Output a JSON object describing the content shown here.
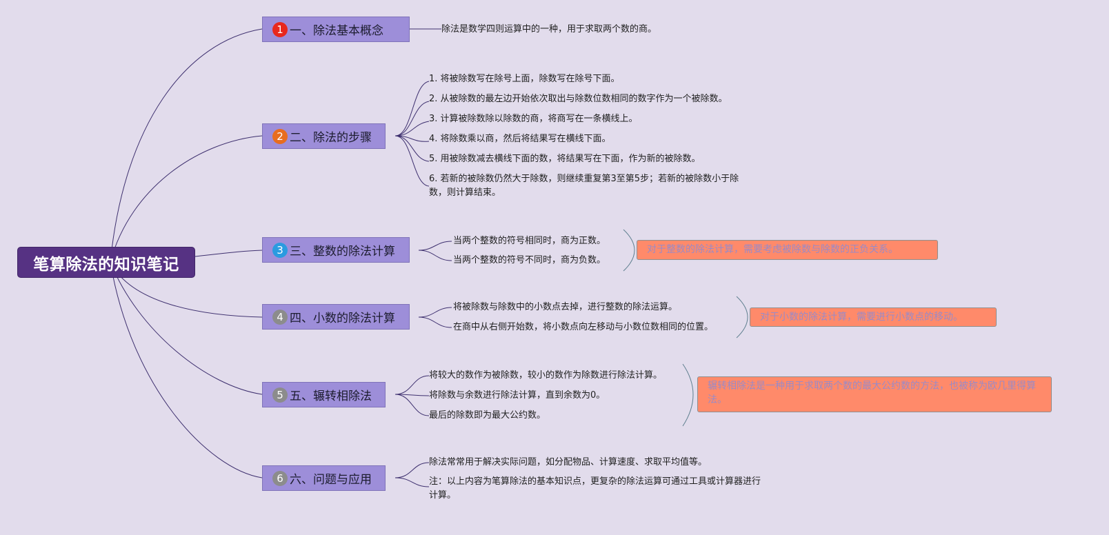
{
  "root": {
    "title": "笔算除法的知识笔记"
  },
  "colors": {
    "background": "#e2dcec",
    "root_fill": "#563283",
    "topic_fill": "#9d8ed9",
    "note_fill": "#ff8a6a",
    "note_text": "#9a8ac6",
    "connector": "#3d2f6e",
    "bracket": "#5f7f8f"
  },
  "topics": [
    {
      "badge": "1",
      "badge_color": "#e8281d",
      "label": "一、除法基本概念",
      "items": [
        "除法是数学四则运算中的一种，用于求取两个数的商。"
      ]
    },
    {
      "badge": "2",
      "badge_color": "#e86d1f",
      "label": "二、除法的步骤",
      "items": [
        "1. 将被除数写在除号上面，除数写在除号下面。",
        "2. 从被除数的最左边开始依次取出与除数位数相同的数字作为一个被除数。",
        "3. 计算被除数除以除数的商，将商写在一条横线上。",
        "4. 将除数乘以商，然后将结果写在横线下面。",
        "5. 用被除数减去横线下面的数，将结果写在下面，作为新的被除数。",
        "6. 若新的被除数仍然大于除数，则继续重复第3至第5步；若新的被除数小于除数，则计算结束。"
      ]
    },
    {
      "badge": "3",
      "badge_color": "#2a9be0",
      "label": "三、整数的除法计算",
      "items": [
        "当两个整数的符号相同时，商为正数。",
        "当两个整数的符号不同时，商为负数。"
      ],
      "note": "对于整数的除法计算，需要考虑被除数与除数的正负关系。"
    },
    {
      "badge": "4",
      "badge_color": "#8c8c8c",
      "label": "四、小数的除法计算",
      "items": [
        "将被除数与除数中的小数点去掉，进行整数的除法运算。",
        "在商中从右侧开始数，将小数点向左移动与小数位数相同的位置。"
      ],
      "note": "对于小数的除法计算，需要进行小数点的移动。"
    },
    {
      "badge": "5",
      "badge_color": "#8c8c8c",
      "label": "五、辗转相除法",
      "items": [
        "将较大的数作为被除数，较小的数作为除数进行除法计算。",
        "将除数与余数进行除法计算，直到余数为0。",
        "最后的除数即为最大公约数。"
      ],
      "note": "辗转相除法是一种用于求取两个数的最大公约数的方法，也被称为欧几里得算法。"
    },
    {
      "badge": "6",
      "badge_color": "#8c8c8c",
      "label": "六、问题与应用",
      "items": [
        "除法常常用于解决实际问题，如分配物品、计算速度、求取平均值等。",
        "注：以上内容为笔算除法的基本知识点，更复杂的除法运算可通过工具或计算器进行计算。"
      ]
    }
  ]
}
